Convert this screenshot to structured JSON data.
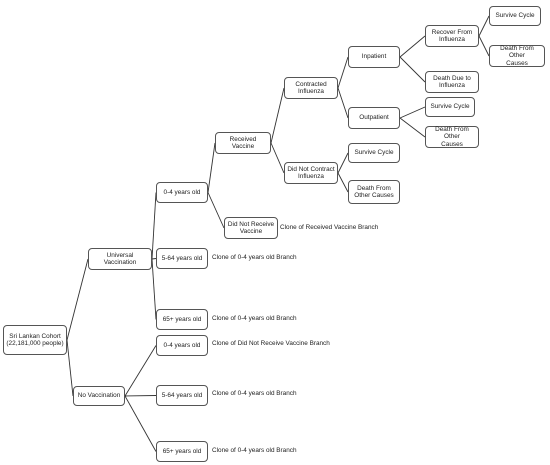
{
  "nodes": {
    "cohort": "Sri Lankan Cohort\n(22,181,000 people)",
    "universal": "Universal\nVaccination",
    "novacc": "No Vaccination",
    "u_0_4": "0-4 years old",
    "u_5_64": "5-64 years old",
    "u_65": "65+ years old",
    "n_0_4": "0-4 years old",
    "n_5_64": "5-64 years old",
    "n_65": "65+ years old",
    "received": "Received Vaccine",
    "did_not_receive": "Did Not Receive\nVaccine",
    "contracted": "Contracted\nInfluenza",
    "not_contract": "Did Not Contract\nInfluenza",
    "inpatient": "Inpatient",
    "outpatient": "Outpatient",
    "recover": "Recover From\nInfluenza",
    "death_flu": "Death Due to\nInfluenza",
    "survive_in": "Survive Cycle",
    "death_other_in": "Death From Other\nCauses",
    "survive_out": "Survive Cycle",
    "death_other_out": "Death From Other\nCauses",
    "survive_nc": "Survive Cycle",
    "death_other_nc": "Death From\nOther Causes"
  },
  "notes": {
    "clone_received": "Clone of Received Vaccine Branch",
    "clone_u_5_64": "Clone of 0-4 years old Branch",
    "clone_u_65": "Clone of 0-4 years old Branch",
    "clone_n_0_4": "Clone of Did Not Receive Vaccine Branch",
    "clone_n_5_64": "Clone of 0-4 years old Branch",
    "clone_n_65": "Clone of 0-4 years old Branch"
  }
}
